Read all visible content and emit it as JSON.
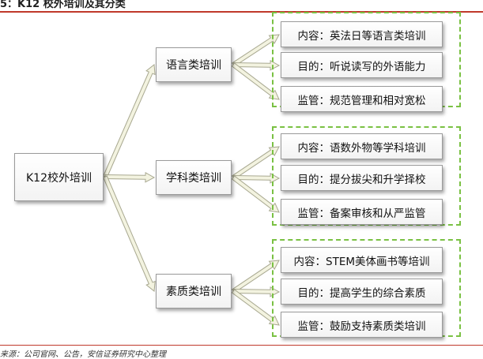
{
  "header": {
    "title": "5：K12 校外培训及其分类"
  },
  "root": {
    "label": "K12校外培训"
  },
  "categories": [
    {
      "label": "语言类培训",
      "details": [
        "内容：英法日等语言类培训",
        "目的：听说读写的外语能力",
        "监管：规范管理和相对宽松"
      ]
    },
    {
      "label": "学科类培训",
      "details": [
        "内容：语数外物等学科培训",
        "目的：提分拔尖和升学择校",
        "监管：备案审核和从严监管"
      ]
    },
    {
      "label": "素质类培训",
      "details": [
        "内容：STEM美体画书等培训",
        "目的：提高学生的综合素质",
        "监管：鼓励支持素质类培训"
      ]
    }
  ],
  "footer": {
    "source": "来源：公司官网、公告，安信证券研究中心整理"
  },
  "colors": {
    "accent_line": "#c0392b",
    "group_border": "#7ac143",
    "arrow_fill": "#f3f3e0",
    "arrow_stroke": "#a8a890"
  }
}
